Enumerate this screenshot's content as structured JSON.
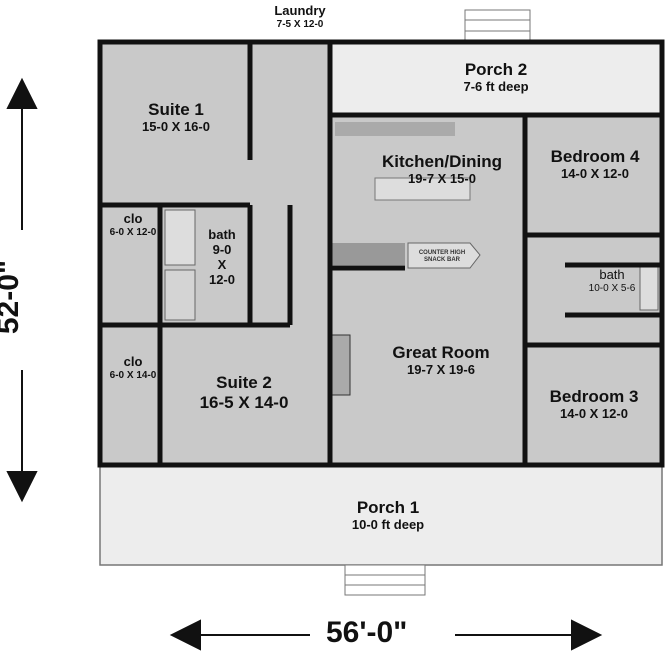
{
  "rooms": {
    "laundry": {
      "name": "Laundry",
      "dim": "7-5 X 12-0"
    },
    "porch2": {
      "name": "Porch 2",
      "dim": "7-6 ft deep"
    },
    "suite1": {
      "name": "Suite 1",
      "dim": "15-0 X 16-0"
    },
    "kitchen": {
      "name": "Kitchen/Dining",
      "dim": "19-7 X 15-0"
    },
    "bedroom4": {
      "name": "Bedroom 4",
      "dim": "14-0 X 12-0"
    },
    "clo1": {
      "name": "clo",
      "dim": "6-0 X 12-0"
    },
    "bath1": {
      "name": "bath",
      "dim1": "9-0",
      "dim2": "X",
      "dim3": "12-0"
    },
    "snackbar": {
      "line1": "COUNTER HIGH",
      "line2": "SNACK BAR"
    },
    "bath2": {
      "name": "bath",
      "dim": "10-0 X 5-6"
    },
    "clo2": {
      "name": "clo",
      "dim": "6-0 X 14-0"
    },
    "greatroom": {
      "name": "Great Room",
      "dim": "19-7 X 19-6"
    },
    "suite2": {
      "name": "Suite 2",
      "dim": "16-5 X 14-0"
    },
    "bedroom3": {
      "name": "Bedroom 3",
      "dim": "14-0 X 12-0"
    },
    "porch1": {
      "name": "Porch 1",
      "dim": "10-0 ft deep"
    }
  },
  "dimensions": {
    "depth": "52-0\"",
    "width": "56'-0\""
  },
  "colors": {
    "room": "#c9c9c9",
    "porch": "#ececec",
    "wall": "#111111"
  }
}
